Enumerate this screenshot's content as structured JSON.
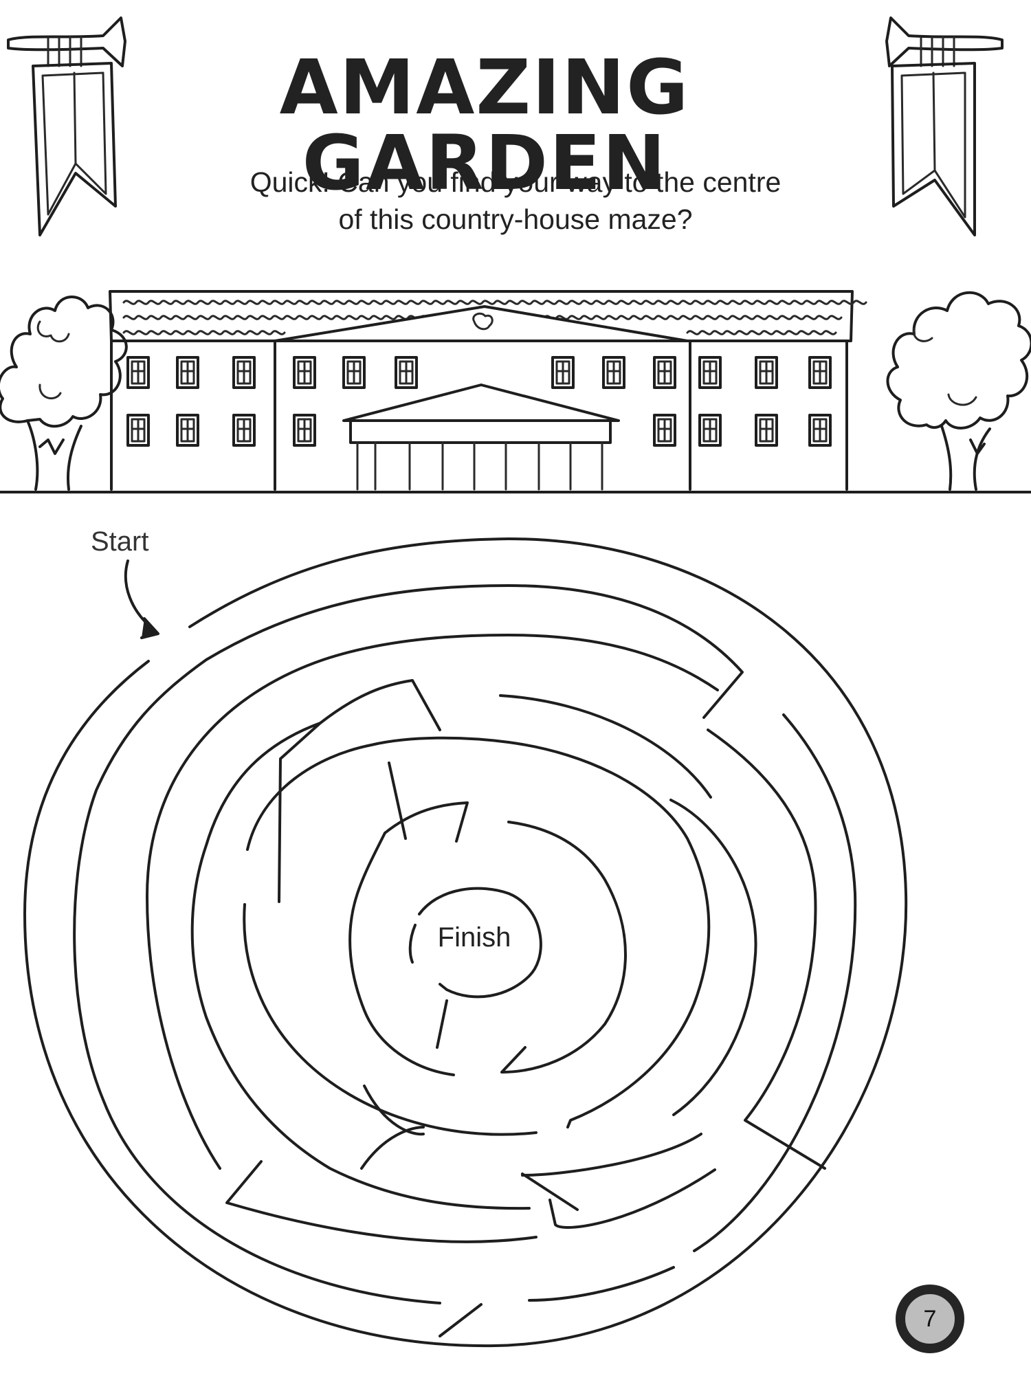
{
  "page": {
    "title": "AMAZING GARDEN",
    "instructions_line1": "Quick! Can you find your way to the centre",
    "instructions_line2": "of this country-house maze?"
  },
  "maze": {
    "start_label": "Start",
    "finish_label": "Finish",
    "rings": 8
  },
  "footer": {
    "page_number": "7",
    "badge_color": "#bdbdbd"
  },
  "colors": {
    "ink": "#1e1e1e",
    "paper": "#ffffff"
  }
}
